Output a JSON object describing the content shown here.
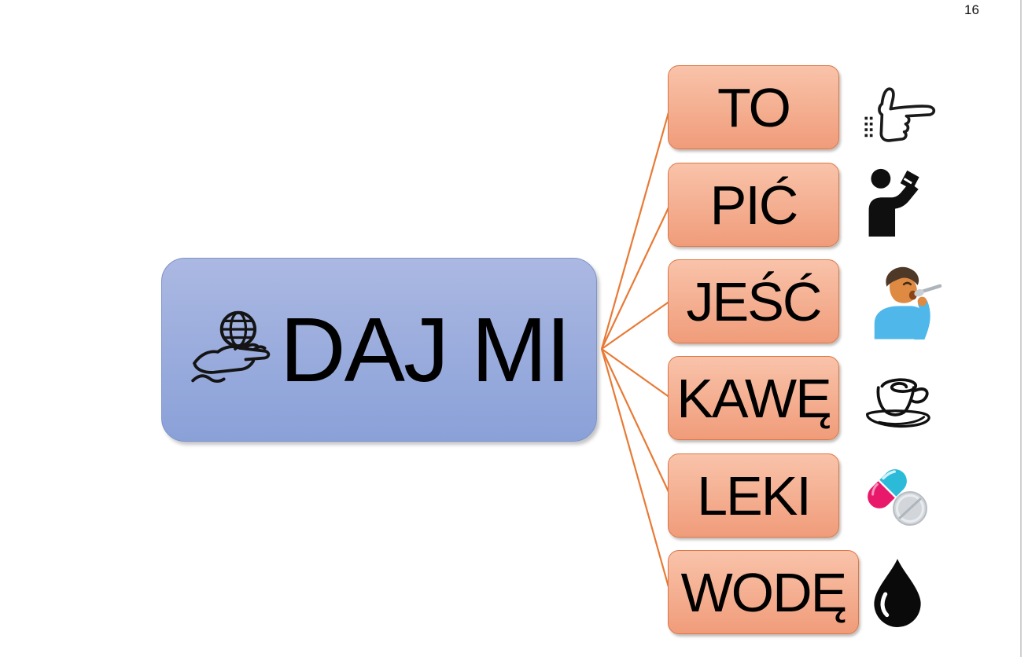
{
  "page": {
    "number": "16"
  },
  "hub": {
    "label": "DAJ MI",
    "icon": "hand-holding-globe-icon"
  },
  "nodes": [
    {
      "label": "TO",
      "icon": "pointing-hand-icon"
    },
    {
      "label": "PIĆ",
      "icon": "person-drinking-icon"
    },
    {
      "label": "JEŚĆ",
      "icon": "person-eating-icon"
    },
    {
      "label": "KAWĘ",
      "icon": "coffee-cup-icon"
    },
    {
      "label": "LEKI",
      "icon": "pills-icon"
    },
    {
      "label": "WODĘ",
      "icon": "water-drop-icon"
    }
  ],
  "colors": {
    "hub_fill_top": "#ABB8E2",
    "hub_fill_bottom": "#8AA1D8",
    "hub_border": "#7E93C9",
    "node_fill_top": "#F9C3AA",
    "node_fill_bottom": "#F09C7A",
    "node_border": "#DC7845",
    "connector": "#E87A35",
    "capsule_cyan": "#2BBBD8",
    "capsule_pink": "#E8196B",
    "text": "#000000"
  }
}
